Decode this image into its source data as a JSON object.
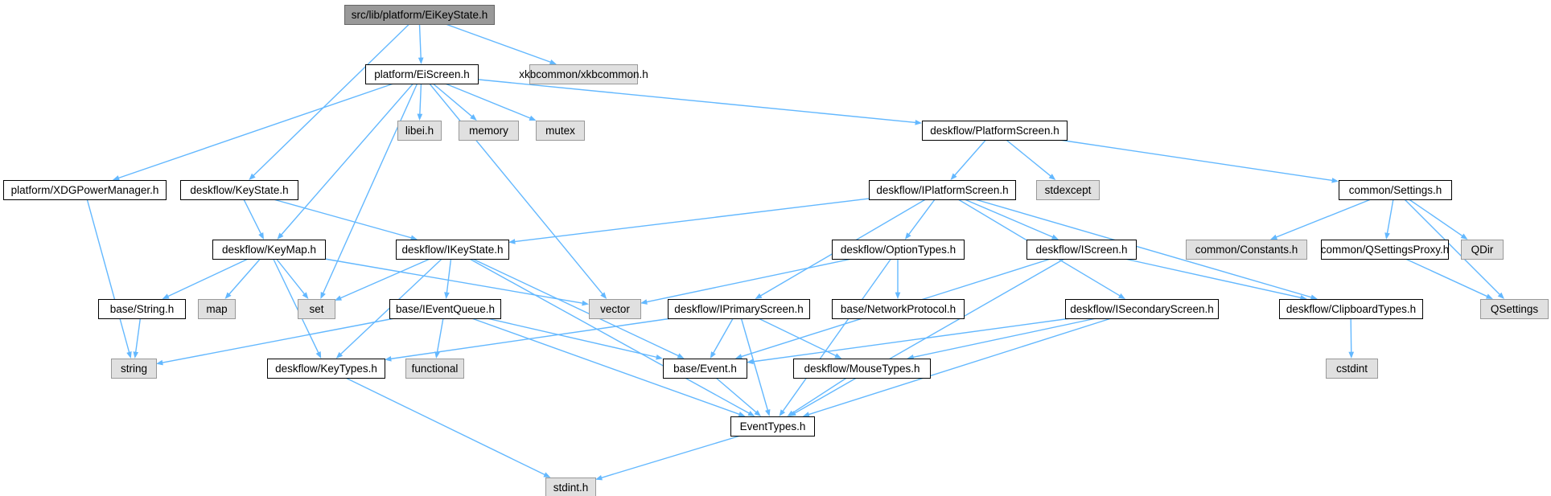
{
  "colors": {
    "edge": "#63b8ff",
    "root_fill": "#999999",
    "root_border": "#666666",
    "header_fill": "#ffffff",
    "header_border": "#000000",
    "system_fill": "#e0e0e0",
    "system_border": "#999999"
  },
  "nodes": [
    {
      "id": "root",
      "label": "src/lib/platform/EiKeyState.h",
      "kind": "root"
    },
    {
      "id": "eiscreen",
      "label": "platform/EiScreen.h",
      "kind": "header"
    },
    {
      "id": "xkb",
      "label": "xkbcommon/xkbcommon.h",
      "kind": "system"
    },
    {
      "id": "libei",
      "label": "libei.h",
      "kind": "system"
    },
    {
      "id": "memory",
      "label": "memory",
      "kind": "system"
    },
    {
      "id": "mutex",
      "label": "mutex",
      "kind": "system"
    },
    {
      "id": "platformscreen",
      "label": "deskflow/PlatformScreen.h",
      "kind": "header"
    },
    {
      "id": "xdg",
      "label": "platform/XDGPowerManager.h",
      "kind": "header"
    },
    {
      "id": "keystate",
      "label": "deskflow/KeyState.h",
      "kind": "header"
    },
    {
      "id": "iplatformscreen",
      "label": "deskflow/IPlatformScreen.h",
      "kind": "header"
    },
    {
      "id": "stdexcept",
      "label": "stdexcept",
      "kind": "system"
    },
    {
      "id": "settings",
      "label": "common/Settings.h",
      "kind": "header"
    },
    {
      "id": "keymap",
      "label": "deskflow/KeyMap.h",
      "kind": "header"
    },
    {
      "id": "ikeystate",
      "label": "deskflow/IKeyState.h",
      "kind": "header"
    },
    {
      "id": "optiontypes",
      "label": "deskflow/OptionTypes.h",
      "kind": "header"
    },
    {
      "id": "iscreen",
      "label": "deskflow/IScreen.h",
      "kind": "header"
    },
    {
      "id": "constants",
      "label": "common/Constants.h",
      "kind": "system"
    },
    {
      "id": "qsettingsproxy",
      "label": "common/QSettingsProxy.h",
      "kind": "header"
    },
    {
      "id": "qdir",
      "label": "QDir",
      "kind": "system"
    },
    {
      "id": "basestring",
      "label": "base/String.h",
      "kind": "header"
    },
    {
      "id": "map",
      "label": "map",
      "kind": "system"
    },
    {
      "id": "set",
      "label": "set",
      "kind": "system"
    },
    {
      "id": "vector",
      "label": "vector",
      "kind": "system"
    },
    {
      "id": "ieventqueue",
      "label": "base/IEventQueue.h",
      "kind": "header"
    },
    {
      "id": "iprimaryscreen",
      "label": "deskflow/IPrimaryScreen.h",
      "kind": "header"
    },
    {
      "id": "networkprotocol",
      "label": "base/NetworkProtocol.h",
      "kind": "header"
    },
    {
      "id": "isecondaryscreen",
      "label": "deskflow/ISecondaryScreen.h",
      "kind": "header"
    },
    {
      "id": "clipboardtypes",
      "label": "deskflow/ClipboardTypes.h",
      "kind": "header"
    },
    {
      "id": "qsettings",
      "label": "QSettings",
      "kind": "system"
    },
    {
      "id": "string",
      "label": "string",
      "kind": "system"
    },
    {
      "id": "keytypes",
      "label": "deskflow/KeyTypes.h",
      "kind": "header"
    },
    {
      "id": "functional",
      "label": "functional",
      "kind": "system"
    },
    {
      "id": "event",
      "label": "base/Event.h",
      "kind": "header"
    },
    {
      "id": "mousetypes",
      "label": "deskflow/MouseTypes.h",
      "kind": "header"
    },
    {
      "id": "cstdint",
      "label": "cstdint",
      "kind": "system"
    },
    {
      "id": "eventtypes",
      "label": "EventTypes.h",
      "kind": "header"
    },
    {
      "id": "stdint",
      "label": "stdint.h",
      "kind": "system"
    }
  ],
  "edges": [
    [
      "root",
      "eiscreen"
    ],
    [
      "root",
      "xkb"
    ],
    [
      "root",
      "keystate"
    ],
    [
      "eiscreen",
      "libei"
    ],
    [
      "eiscreen",
      "memory"
    ],
    [
      "eiscreen",
      "mutex"
    ],
    [
      "eiscreen",
      "platformscreen"
    ],
    [
      "eiscreen",
      "xdg"
    ],
    [
      "eiscreen",
      "keymap"
    ],
    [
      "eiscreen",
      "set"
    ],
    [
      "eiscreen",
      "vector"
    ],
    [
      "platformscreen",
      "iplatformscreen"
    ],
    [
      "platformscreen",
      "stdexcept"
    ],
    [
      "platformscreen",
      "settings"
    ],
    [
      "xdg",
      "string"
    ],
    [
      "keystate",
      "keymap"
    ],
    [
      "keystate",
      "ikeystate"
    ],
    [
      "iplatformscreen",
      "ikeystate"
    ],
    [
      "iplatformscreen",
      "optiontypes"
    ],
    [
      "iplatformscreen",
      "iscreen"
    ],
    [
      "iplatformscreen",
      "iprimaryscreen"
    ],
    [
      "iplatformscreen",
      "isecondaryscreen"
    ],
    [
      "iplatformscreen",
      "clipboardtypes"
    ],
    [
      "settings",
      "constants"
    ],
    [
      "settings",
      "qsettingsproxy"
    ],
    [
      "settings",
      "qdir"
    ],
    [
      "settings",
      "qsettings"
    ],
    [
      "qsettingsproxy",
      "qsettings"
    ],
    [
      "keymap",
      "basestring"
    ],
    [
      "keymap",
      "map"
    ],
    [
      "keymap",
      "set"
    ],
    [
      "keymap",
      "vector"
    ],
    [
      "keymap",
      "keytypes"
    ],
    [
      "ikeystate",
      "set"
    ],
    [
      "ikeystate",
      "ieventqueue"
    ],
    [
      "ikeystate",
      "keytypes"
    ],
    [
      "ikeystate",
      "event"
    ],
    [
      "ikeystate",
      "eventtypes"
    ],
    [
      "optiontypes",
      "vector"
    ],
    [
      "optiontypes",
      "networkprotocol"
    ],
    [
      "optiontypes",
      "eventtypes"
    ],
    [
      "iscreen",
      "event"
    ],
    [
      "iscreen",
      "clipboardtypes"
    ],
    [
      "iscreen",
      "eventtypes"
    ],
    [
      "basestring",
      "string"
    ],
    [
      "ieventqueue",
      "string"
    ],
    [
      "ieventqueue",
      "functional"
    ],
    [
      "ieventqueue",
      "event"
    ],
    [
      "ieventqueue",
      "eventtypes"
    ],
    [
      "iprimaryscreen",
      "keytypes"
    ],
    [
      "iprimaryscreen",
      "event"
    ],
    [
      "iprimaryscreen",
      "mousetypes"
    ],
    [
      "iprimaryscreen",
      "eventtypes"
    ],
    [
      "isecondaryscreen",
      "event"
    ],
    [
      "isecondaryscreen",
      "mousetypes"
    ],
    [
      "isecondaryscreen",
      "eventtypes"
    ],
    [
      "clipboardtypes",
      "cstdint"
    ],
    [
      "keytypes",
      "stdint"
    ],
    [
      "event",
      "eventtypes"
    ],
    [
      "mousetypes",
      "eventtypes"
    ],
    [
      "eventtypes",
      "stdint"
    ]
  ]
}
